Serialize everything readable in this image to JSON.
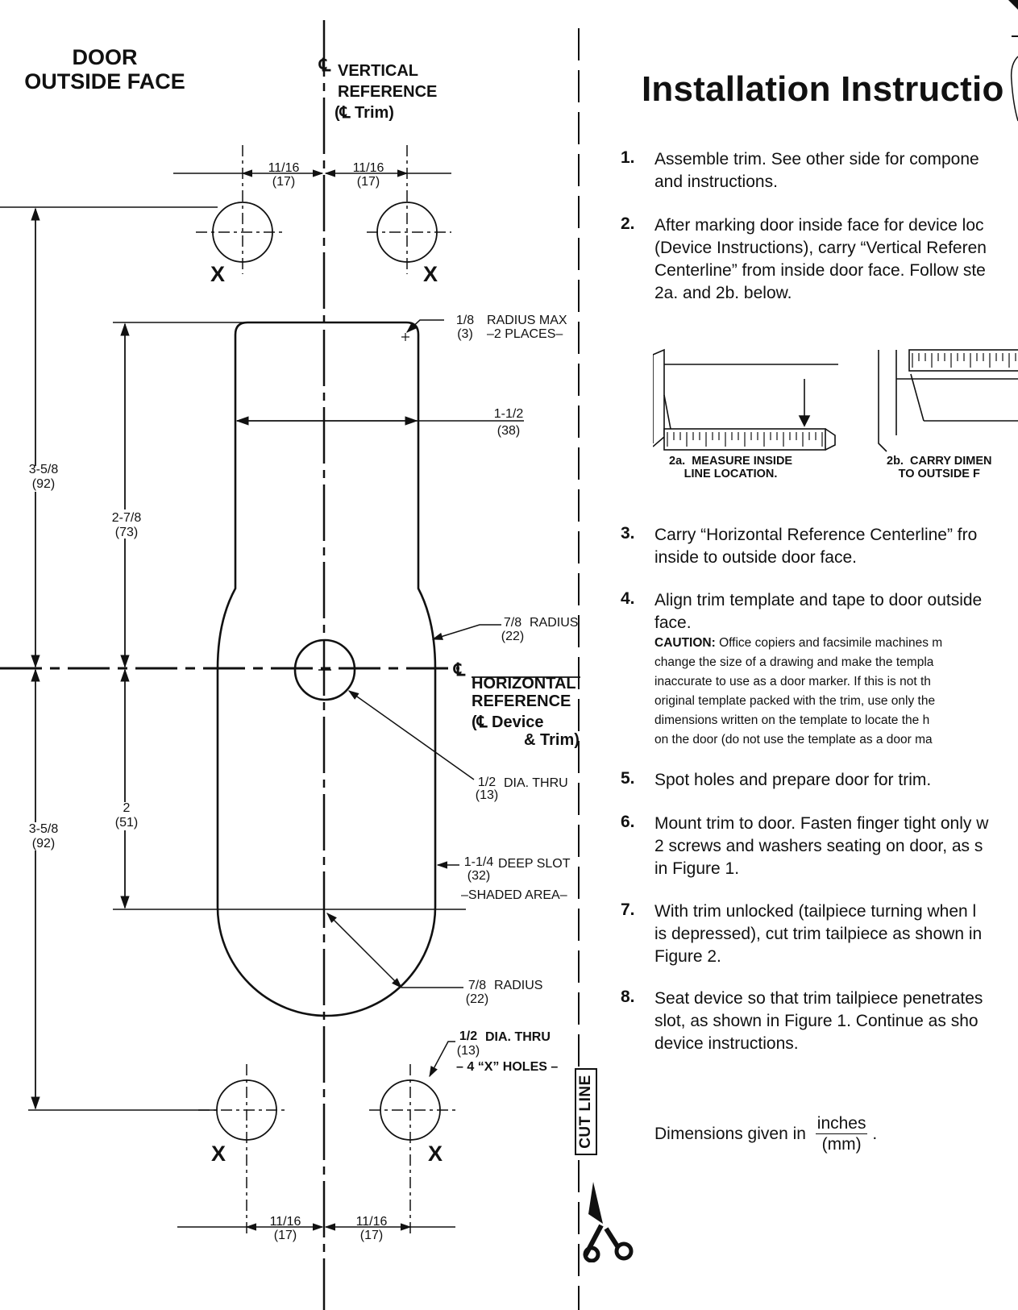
{
  "drawing": {
    "door_face_line1": "DOOR",
    "door_face_line2": "OUTSIDE FACE",
    "vref_symbol": "℄",
    "vref_line1": "VERTICAL",
    "vref_line2": "REFERENCE",
    "vref_line3": "(℄ Trim)",
    "top_dim_left_num": "11/16",
    "top_dim_left_den": "(17)",
    "top_dim_right_num": "11/16",
    "top_dim_right_den": "(17)",
    "bottom_dim_left_num": "11/16",
    "bottom_dim_left_den": "(17)",
    "bottom_dim_right_num": "11/16",
    "bottom_dim_right_den": "(17)",
    "x_mark": "X",
    "radius_max_num": "1/8",
    "radius_max_den": "(3)",
    "radius_max_label": "RADIUS MAX",
    "radius_max_places": "–2 PLACES–",
    "width_num": "1-1/2",
    "width_den": "(38)",
    "left_top_num": "3-5/8",
    "left_top_den": "(92)",
    "inner_top_num": "2-7/8",
    "inner_top_den": "(73)",
    "left_bottom_num": "3-5/8",
    "left_bottom_den": "(92)",
    "inner_bottom_num": "2",
    "inner_bottom_den": "(51)",
    "radius1_num": "7/8",
    "radius1_den": "(22)",
    "radius1_label": "RADIUS",
    "href_line1": "HORIZONTAL",
    "href_line2": "REFERENCE",
    "href_line3": "(℄ Device",
    "href_line4": "& Trim)",
    "hole_num": "1/2",
    "hole_den": "(13)",
    "hole_label": "DIA. THRU",
    "slot_num": "1-1/4",
    "slot_den": "(32)",
    "slot_label": "DEEP SLOT",
    "slot_shaded": "–SHADED AREA–",
    "radius2_num": "7/8",
    "radius2_den": "(22)",
    "radius2_label": "RADIUS",
    "xhole_num": "1/2",
    "xhole_den": "(13)",
    "xhole_label": "DIA. THRU",
    "xhole_count": "– 4 “X” HOLES –",
    "cut_line": "CUT LINE"
  },
  "instructions": {
    "title": "Installation Instructio",
    "steps": [
      {
        "num": "1.",
        "text": "Assemble trim. See other side for compone\nand instructions."
      },
      {
        "num": "2.",
        "text": "After marking door inside face for device loc\n(Device Instructions), carry “Vertical Referen\nCenterline” from inside door face. Follow ste\n2a. and 2b. below."
      },
      {
        "num": "3.",
        "text": "Carry “Horizontal Reference Centerline” fro\ninside to outside door face."
      },
      {
        "num": "4.",
        "text": "Align trim template and tape to door outside\nface."
      },
      {
        "num": "5.",
        "text": "Spot holes and prepare door for trim."
      },
      {
        "num": "6.",
        "text": "Mount trim to door. Fasten finger tight only w\n2 screws and washers seating on door, as s\nin Figure 1."
      },
      {
        "num": "7.",
        "text": "With trim unlocked (tailpiece turning when l\nis depressed), cut trim tailpiece as shown in\nFigure 2."
      },
      {
        "num": "8.",
        "text": "Seat device so that trim tailpiece penetrates\nslot, as shown in Figure 1. Continue as sho\ndevice instructions."
      }
    ],
    "caution_label": "CAUTION:",
    "caution_text": " Office copiers and facsimile machines m\nchange the size of a drawing and make the templa\ninaccurate to use as a door marker. If this is not th\noriginal template packed with the trim, use only the\ndimensions written on the template to locate the h\non the door (do not use the template as a door ma",
    "fig2a_caption": "2a.  MEASURE INSIDE\nLINE LOCATION.",
    "fig2b_caption": "2b.  CARRY DIMEN\nTO OUTSIDE F",
    "dims_prefix": "Dimensions given in",
    "dims_num": "inches",
    "dims_den": "(mm)",
    "dims_suffix": " ."
  }
}
